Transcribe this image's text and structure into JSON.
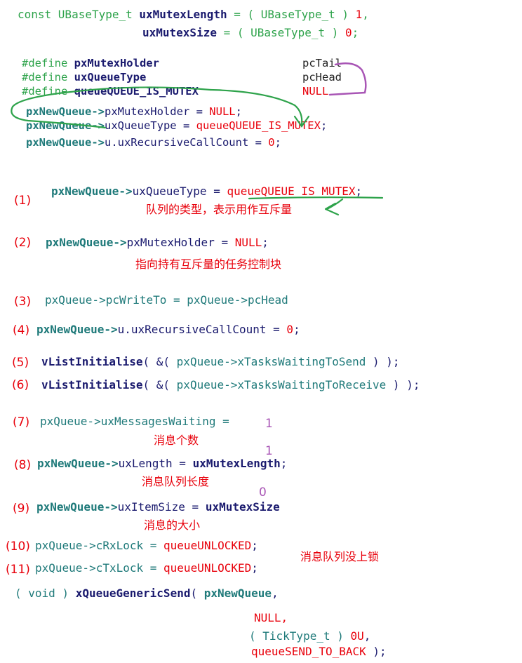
{
  "header": {
    "l1": {
      "a": "const UBaseType_t ",
      "b": "uxMutexLength",
      "c": " = ( UBaseType_t ) ",
      "d": "1",
      "e": ","
    },
    "l2": {
      "b": "uxMutexSize",
      "c": " = ( UBaseType_t ) ",
      "d": "0",
      "e": ";"
    }
  },
  "defines": [
    {
      "kw": "#define ",
      "name": "pxMutexHolder",
      "value": "pcTail"
    },
    {
      "kw": "#define ",
      "name": "uxQueueType",
      "value": "pcHead"
    },
    {
      "kw": "#define ",
      "name": "queueQUEUE_IS_MUTEX",
      "value": "NULL"
    }
  ],
  "assign": [
    {
      "obj": "pxNewQueue->",
      "field": "pxMutexHolder = ",
      "val": "NULL",
      "end": ";"
    },
    {
      "obj": "pxNewQueue->",
      "field": "uxQueueType = ",
      "val": "queueQUEUE_IS_MUTEX",
      "end": ";"
    },
    {
      "obj": "pxNewQueue->",
      "field": "u.uxRecursiveCallCount = ",
      "val": "0",
      "end": ";"
    }
  ],
  "steps": {
    "s1": {
      "num": "(1)",
      "obj": "pxNewQueue->",
      "field": "uxQueueType",
      "eq": " = ",
      "val": "queueQUEUE_IS_MUTEX",
      "end": ";",
      "note": "队列的类型，表示用作互斥量"
    },
    "s2": {
      "num": "(2)",
      "obj": "pxNewQueue->",
      "field": "pxMutexHolder",
      "eq": " = ",
      "val": "NULL",
      "end": ";",
      "note": "指向持有互斥量的任务控制块"
    },
    "s3": {
      "num": "(3)",
      "text": "pxQueue->pcWriteTo = pxQueue->pcHead"
    },
    "s4": {
      "num": "(4)",
      "obj": "pxNewQueue->",
      "field": "u.uxRecursiveCallCount = ",
      "val": "0",
      "end": ";"
    },
    "s5": {
      "num": "(5)",
      "fn": "vListInitialise",
      "p1": "( &( ",
      "arg": "pxQueue->xTasksWaitingToSend",
      "p2": " ) );"
    },
    "s6": {
      "num": "(6)",
      "fn": "vListInitialise",
      "p1": "( &( ",
      "arg": "pxQueue->xTasksWaitingToReceive",
      "p2": " ) );"
    },
    "s7": {
      "num": "(7)",
      "text": "pxQueue->uxMessagesWaiting = ",
      "note": "消息个数",
      "anno": "1"
    },
    "s8": {
      "num": "(8)",
      "obj": "pxNewQueue->",
      "field": "uxLength",
      "eq": " = ",
      "val": "uxMutexLength",
      "end": ";",
      "note": "消息队列长度",
      "anno": "1"
    },
    "s9": {
      "num": "(9)",
      "obj": "pxNewQueue->",
      "field": "uxItemSize",
      "eq": " = ",
      "val": "uxMutexSize",
      "note": "消息的大小",
      "anno": "0"
    },
    "s10": {
      "num": "(10)",
      "text": "pxQueue->cRxLock = ",
      "val": "queueUNLOCKED",
      "end": ";"
    },
    "s11": {
      "num": "(11)",
      "text": "pxQueue->cTxLock = ",
      "val": "queueUNLOCKED",
      "end": ";"
    },
    "locks_note": "消息队列没上锁"
  },
  "send": {
    "l1": {
      "a": "( void ) ",
      "fn": "xQueueGenericSend",
      "b": "( ",
      "arg": "pxNewQueue",
      "c": ","
    },
    "l2": "NULL,",
    "l3": {
      "a": "( TickType_t ) ",
      "b": "0U",
      "c": ","
    },
    "l4": {
      "a": "queueSEND_TO_BACK",
      "b": " );"
    }
  },
  "colors": {
    "accent_red": "#e8000b",
    "code_teal": "#1f7a7a",
    "code_navy": "#1a1a6e",
    "pen_green": "#2ea34b",
    "pen_purple": "#a855b5"
  }
}
